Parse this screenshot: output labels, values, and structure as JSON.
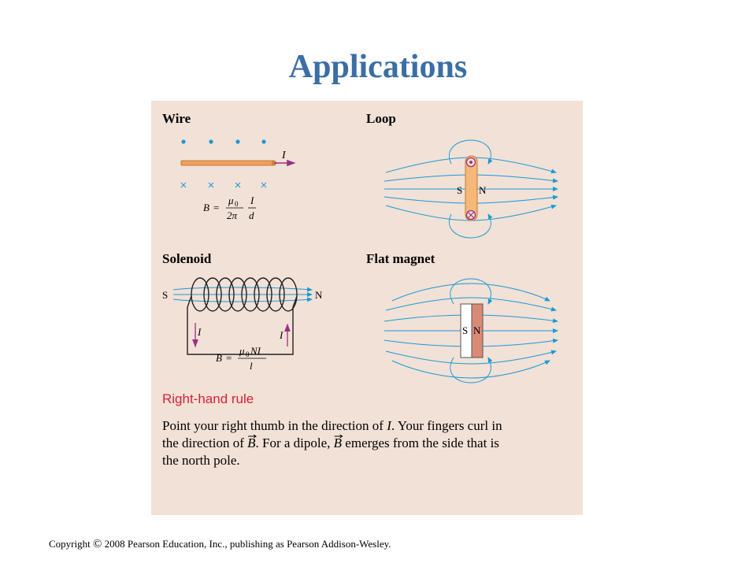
{
  "title": "Applications",
  "colors": {
    "title": "#3b6ea5",
    "panel_bg": "#f2e1d6",
    "field_lines": "#1a9ad6",
    "wire": "#f0a05a",
    "current_arrow": "#9b2f86",
    "heading_red": "#d4213d",
    "magnet_red": "#d98a76"
  },
  "panels": {
    "wire": {
      "heading": "Wire",
      "current_label": "I",
      "formula": {
        "lhs": "B",
        "eq": "=",
        "num1": "μ",
        "sub": "0",
        "den1": "2π",
        "num2": "I",
        "den2": "d"
      }
    },
    "loop": {
      "heading": "Loop",
      "pole_s": "S",
      "pole_n": "N"
    },
    "solenoid": {
      "heading": "Solenoid",
      "pole_s": "S",
      "pole_n": "N",
      "current_left": "I",
      "current_right": "I",
      "formula": {
        "lhs": "B",
        "eq": "=",
        "num": "μ",
        "sub": "0",
        "num_rest": "NI",
        "den": "l"
      }
    },
    "flat_magnet": {
      "heading": "Flat magnet",
      "pole_s": "S",
      "pole_n": "N"
    }
  },
  "rule": {
    "heading": "Right-hand rule",
    "line1_a": "Point your right thumb in the direction of ",
    "line1_b": "I",
    "line1_c": ". Your fingers curl in",
    "line2_a": "the direction of ",
    "line2_b": "B",
    "line2_c": ". For a dipole, ",
    "line2_d": "B",
    "line2_e": " emerges from the side that is",
    "line3": "the north pole."
  },
  "copyright": {
    "prefix": "Copyright ",
    "symbol": "©",
    "rest": " 2008 Pearson Education, Inc., publishing as Pearson Addison-Wesley."
  }
}
